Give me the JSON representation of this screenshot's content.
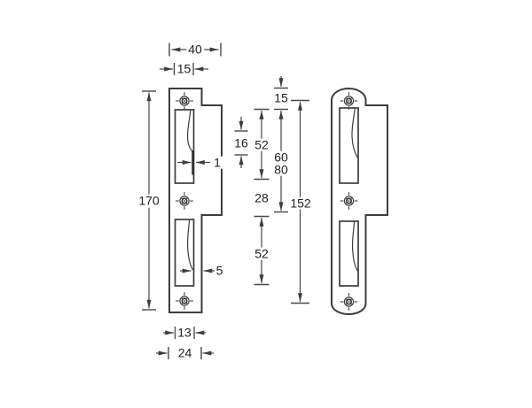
{
  "canvas": {
    "background": "#ffffff",
    "line_color": "#3d3d3d",
    "text_color": "#1f1f1f"
  },
  "drawing": {
    "unit": "mm",
    "description_icons": [
      "screw-hole"
    ],
    "dimensions": {
      "overall_width": "40",
      "top_cutout_width": "15",
      "overall_height": "170",
      "latch_recess_depth": "16",
      "upper_cutout_height": "52",
      "lip_thickness": "1",
      "between_cutouts": "28",
      "lower_cutout_height": "52",
      "top_offset": "15",
      "backset_option_1": "60",
      "backset_option_2": "80",
      "fixing_centres": "152",
      "lower_lip_projection": "5",
      "bottom_cutout_width": "13",
      "bottom_plate_width": "24"
    }
  }
}
